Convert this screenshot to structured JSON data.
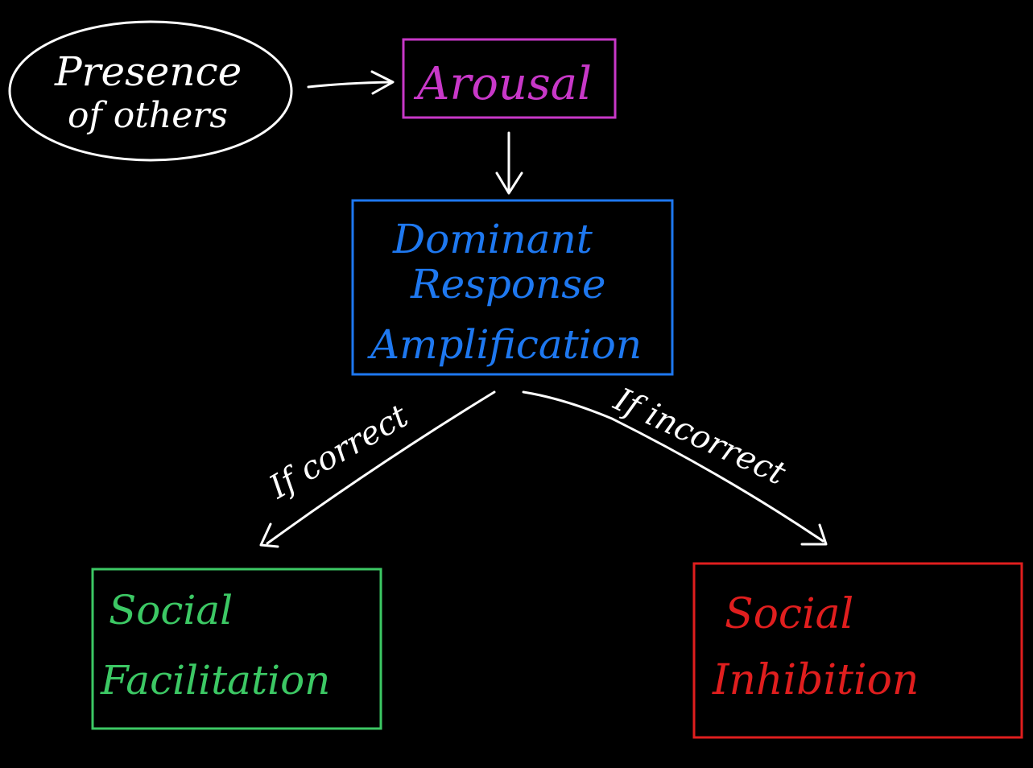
{
  "colors": {
    "background": "#000000",
    "white": "#ffffff",
    "magenta": "#c838c8",
    "blue": "#1e78f0",
    "green": "#3cc864",
    "red": "#e01e1e"
  },
  "nodes": {
    "presence": {
      "line1": "Presence",
      "line2": "of others"
    },
    "arousal": {
      "label": "Arousal"
    },
    "dominant": {
      "line1": "Dominant",
      "line2": "Response",
      "line3": "Amplification"
    },
    "facilitation": {
      "line1": "Social",
      "line2": "Facilitation"
    },
    "inhibition": {
      "line1": "Social",
      "line2": "Inhibition"
    }
  },
  "edges": {
    "correct": {
      "label": "If correct"
    },
    "incorrect": {
      "label": "If incorrect"
    }
  }
}
